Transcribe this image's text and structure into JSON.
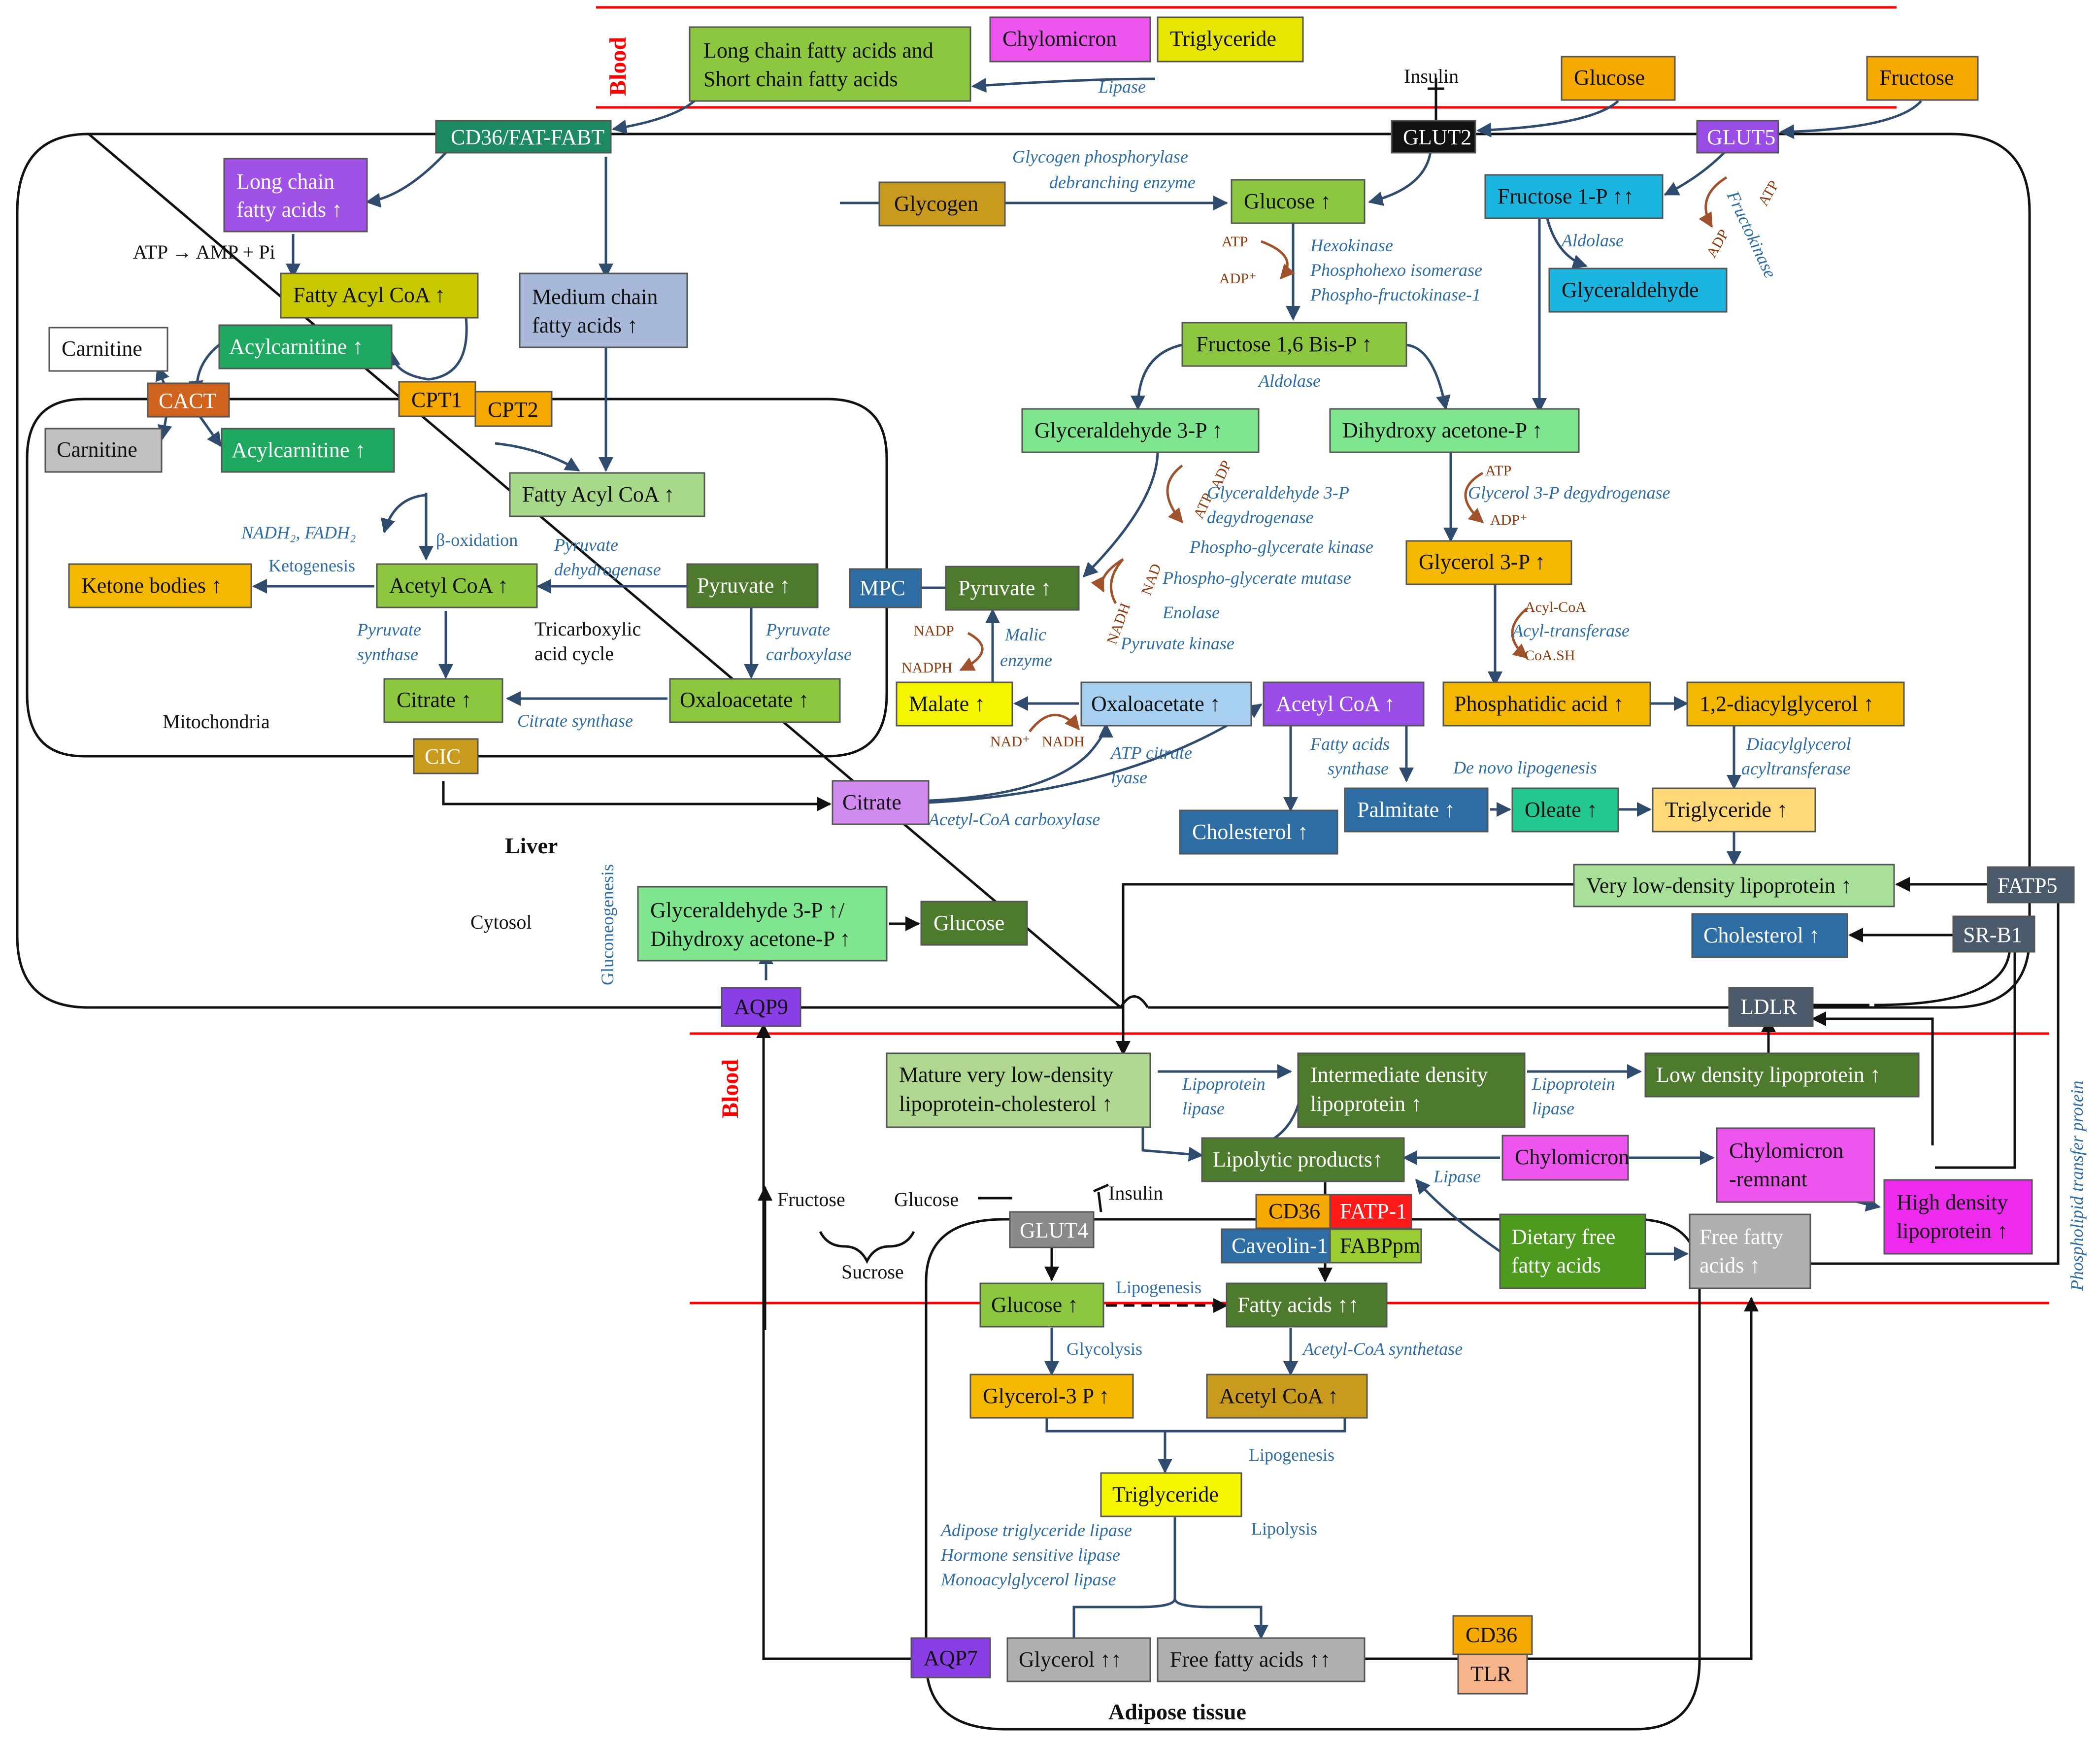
{
  "compartments": {
    "liver": "Liver",
    "cytosol": "Cytosol",
    "mitochondria": "Mitochondria",
    "adipose": "Adipose tissue",
    "blood_top": "Blood",
    "blood_mid": "Blood"
  },
  "transporters": {
    "cd36_fat_fabt": "CD36/FAT-FABT",
    "glut2": "GLUT2",
    "glut5": "GLUT5",
    "cact": "CACT",
    "cpt1": "CPT1",
    "cpt2": "CPT2",
    "mpc": "MPC",
    "cic": "CIC",
    "aqp9": "AQP9",
    "fatp5": "FATP5",
    "srb1": "SR-B1",
    "ldlr": "LDLR",
    "glut4": "GLUT4",
    "cd36_adipo": "CD36",
    "fatp1": "FATP-1",
    "caveolin": "Caveolin-1",
    "fabppm": "FABPpm",
    "aqp7": "AQP7",
    "cd36_bottom": "CD36",
    "tlr": "TLR"
  },
  "nodes": {
    "lcfa_scfa_1": "Long chain fatty acids and",
    "lcfa_scfa_2": "Short chain fatty acids",
    "chylomicron_top": "Chylomicron",
    "triglyceride_top": "Triglyceride",
    "glucose_blood": "Glucose",
    "fructose_blood": "Fructose",
    "lcfa_liver_1": "Long chain",
    "lcfa_liver_2": "fatty acids ↑",
    "fatty_acyl_coa_cyt": "Fatty Acyl CoA ↑",
    "mcfa_1": "Medium  chain",
    "mcfa_2": "fatty acids ↑",
    "carnitine_cyt": "Carnitine",
    "acylcarnitine_cyt": "Acylcarnitine ↑",
    "carnitine_mito": "Carnitine",
    "acylcarnitine_mito": "Acylcarnitine ↑",
    "fatty_acyl_coa_mito": "Fatty Acyl CoA ↑",
    "ketone_bodies": "Ketone bodies ↑",
    "acetyl_coa_mito": "Acetyl CoA ↑",
    "pyruvate_mito": "Pyruvate ↑",
    "citrate_mito": "Citrate ↑",
    "oxaloacetate_mito": "Oxaloacetate ↑",
    "glycogen": "Glycogen",
    "glucose_liver": "Glucose ↑",
    "fructose_1p": "Fructose 1-P ↑↑",
    "glyceraldehyde": "Glyceraldehyde",
    "fructose_16bp": "Fructose 1,6 Bis-P ↑",
    "g3p_liver": "Glyceraldehyde 3-P ↑",
    "dhap_liver": "Dihydroxy acetone-P ↑",
    "pyruvate_cyt": "Pyruvate ↑",
    "glycerol_3p": "Glycerol 3-P ↑",
    "malate": "Malate ↑",
    "oxaloacetate_cyt": "Oxaloacetate ↑",
    "acetyl_coa_cyt": "Acetyl CoA ↑",
    "phosphatidic_acid": "Phosphatidic acid ↑",
    "diacylglycerol": "1,2-diacylglycerol ↑",
    "citrate_cyt": "Citrate",
    "cholesterol_cyt": "Cholesterol ↑",
    "palmitate": "Palmitate ↑",
    "oleate": "Oleate ↑",
    "triglyceride_liver": "Triglyceride ↑",
    "vldl": "Very low-density lipoprotein ↑",
    "cholesterol_right": "Cholesterol ↑",
    "g3p_dhap_1": "Glyceraldehyde 3-P ↑/",
    "g3p_dhap_2": "Dihydroxy acetone-P ↑",
    "glucose_gng": "Glucose",
    "mature_vldl_1": "Mature very low-density",
    "mature_vldl_2": "lipoprotein-cholesterol ↑",
    "idl_1": "Intermediate density",
    "idl_2": "lipoprotein ↑",
    "ldl": "Low density lipoprotein ↑",
    "lipolytic_products": "Lipolytic products↑",
    "chylomicron_mid": "Chylomicron",
    "chylo_remnant_1": "Chylomicron",
    "chylo_remnant_2": "-remnant",
    "hdl_1": "High density",
    "hdl_2": "lipoprotein ↑",
    "dietary_ffa_1": "Dietary free",
    "dietary_ffa_2": "fatty acids",
    "ffa_blood_1": "Free fatty",
    "ffa_blood_2": "acids ↑",
    "glucose_adipo": "Glucose ↑",
    "fatty_acids_adipo": "Fatty acids ↑↑",
    "glycerol3p_adipo": "Glycerol-3 P ↑",
    "acetyl_coa_adipo": "Acetyl CoA ↑",
    "triglyceride_adipo": "Triglyceride",
    "glycerol_adipo": "Glycerol ↑↑",
    "ffa_adipo": "Free fatty acids ↑↑"
  },
  "labels": {
    "lipase_top": "Lipase",
    "insulin_top": "Insulin",
    "atp_amp": "ATP → AMP + Pi",
    "glycogen_enz_1": "Glycogen phosphorylase",
    "glycogen_enz_2": "debranching enzyme",
    "hexokinase": "Hexokinase",
    "phi": "Phosphohexo isomerase",
    "pfk": "Phospho-fructokinase-1",
    "atp_hk": "ATP",
    "adp_hk": "ADP⁺",
    "aldolase_right": "Aldolase",
    "fructokinase": "Fructokinase",
    "atp_fk": "ATP",
    "adp_fk": "ADP",
    "aldolase_mid": "Aldolase",
    "g3pdh_1": "Glyceraldehyde 3-P",
    "g3pdh_2": "degydrogenase",
    "pgk": "Phospho-glycerate kinase",
    "pgm": "Phospho-glycerate mutase",
    "enolase": "Enolase",
    "pk": "Pyruvate kinase",
    "atp_g3p": "ATP",
    "adp_g3p": "ADP",
    "nadh_g3p": "NADH",
    "nad_g3p": "NAD",
    "gly3p_dh": "Glycerol 3-P degydrogenase",
    "atp_gly": "ATP",
    "adp_gly": "ADP⁺",
    "acyl_coa_small": "Acyl-CoA",
    "acyl_transferase": "Acyl-transferase",
    "coa_sh": "CoA.SH",
    "malic_1": "Malic",
    "malic_2": "enzyme",
    "nadp": "NADP",
    "nadph": "NADPH",
    "nad_plus": "NAD⁺",
    "nadh_mal": "NADH",
    "atp_citrate_1": "ATP citrate",
    "atp_citrate_2": "lyase",
    "acc": "Acetyl-CoA carboxylase",
    "fas_1": "Fatty acids",
    "fas_2": "synthase",
    "denovo": "De novo lipogenesis",
    "dgat_1": "Diacylglycerol",
    "dgat_2": "acyltransferase",
    "nadh2": "NADH₂, FADH₂",
    "beta_ox": "β-oxidation",
    "ketogenesis": "Ketogenesis",
    "pdh_1": "Pyruvate",
    "pdh_2": "dehydrogenase",
    "ps_1": "Pyruvate",
    "ps_2": "synthase",
    "tca_1": "Tricarboxylic",
    "tca_2": "acid cycle",
    "pc_1": "Pyruvate",
    "pc_2": "carboxylase",
    "citrate_synthase": "Citrate synthase",
    "gluconeogenesis": "Gluconeogenesis",
    "lpl_1_1": "Lipoprotein",
    "lpl_1_2": "lipase",
    "lpl_2_1": "Lipoprotein",
    "lpl_2_2": "lipase",
    "lipase_mid": "Lipase",
    "phospholipid_tp": "Phospholipid transfer protein",
    "fructose_txt": "Fructose",
    "glucose_txt": "Glucose",
    "sucrose_txt": "Sucrose",
    "insulin_mid": "Insulin",
    "lipogenesis_dash": "Lipogenesis",
    "glycolysis": "Glycolysis",
    "acs": "Acetyl-CoA synthetase",
    "lipogenesis_adipo": "Lipogenesis",
    "lipolysis": "Lipolysis",
    "atgl": "Adipose triglyceride lipase",
    "hsl": "Hormone sensitive lipase",
    "mgl": "Monoacylglycerol lipase"
  },
  "colors": {
    "light_green": "#8dc63f",
    "dark_green": "#4e7a2e",
    "teal_green": "#22a65a",
    "yellow": "#e6e600",
    "orange": "#f5a800",
    "magenta": "#ee55ee",
    "blue": "#2e6da4",
    "cyan": "#1cb5e0",
    "purple": "#9a4de6",
    "slate": "#4a5a6a"
  }
}
